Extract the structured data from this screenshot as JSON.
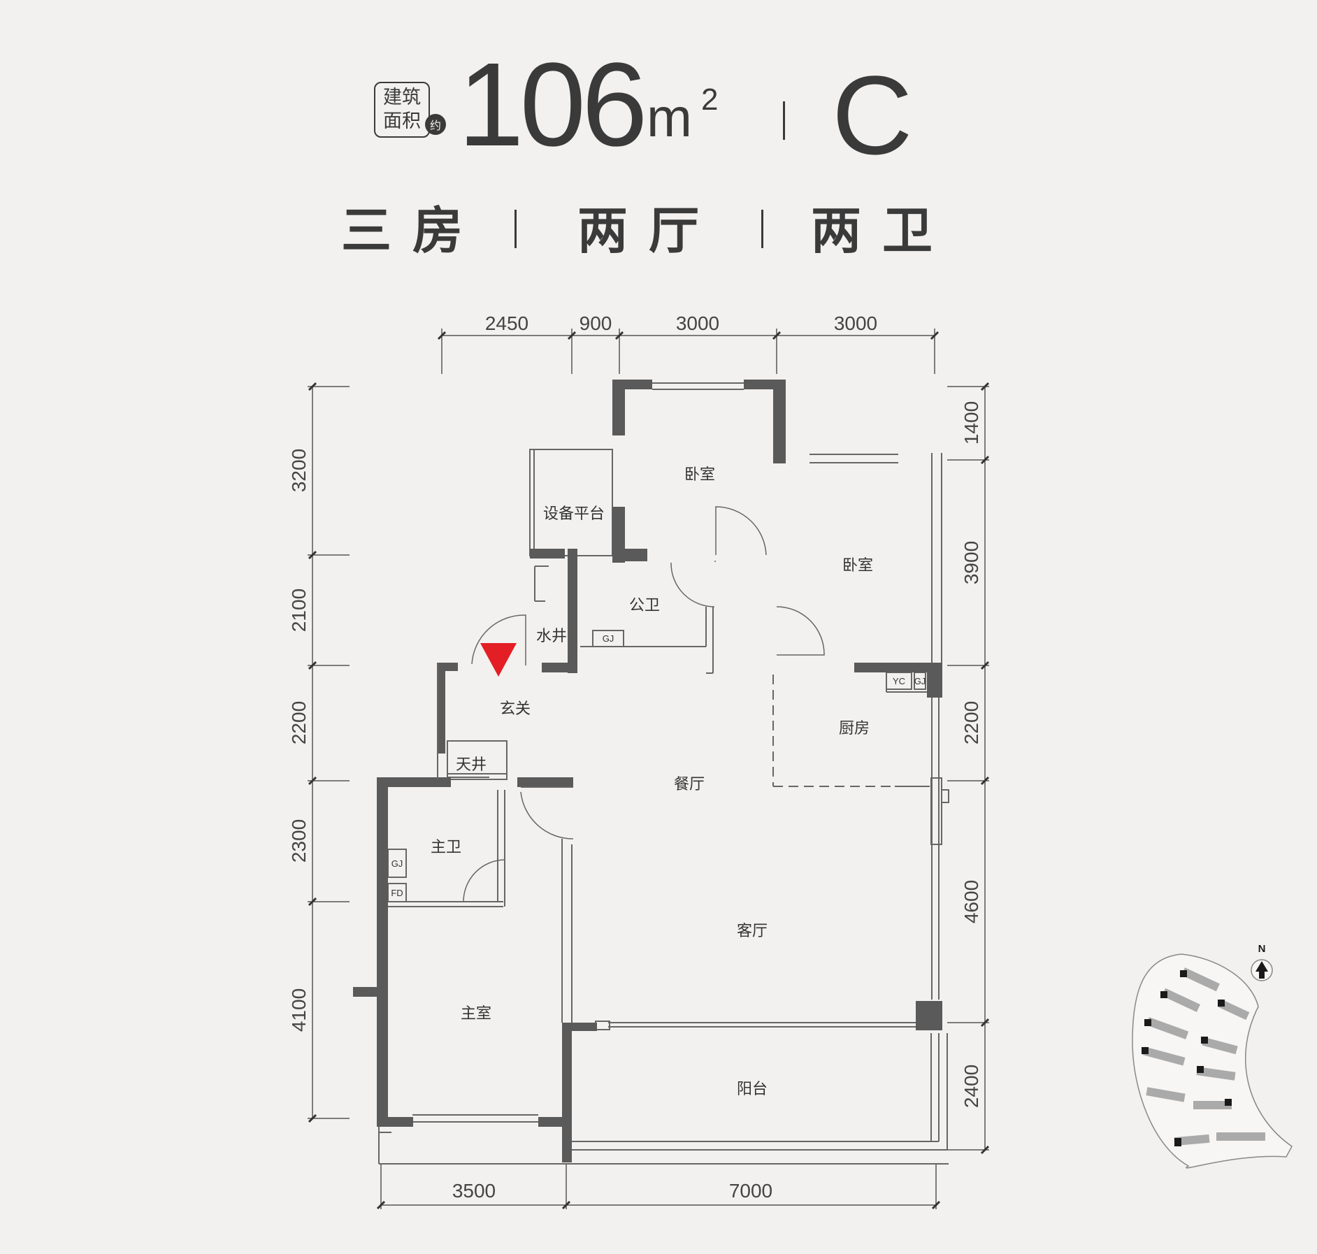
{
  "header": {
    "area_badge_line1": "建筑",
    "area_badge_line2": "面积",
    "area_badge_sub": "约",
    "area_value": "106",
    "area_unit": "m",
    "area_unit_sup": "2",
    "unit_type": "C"
  },
  "features": [
    "三房",
    "两厅",
    "两卫"
  ],
  "rooms": {
    "bedroom_north": "卧室",
    "bedroom_east": "卧室",
    "equipment_platform": "设备平台",
    "public_bath": "公卫",
    "water_well": "水井",
    "entrance": "玄关",
    "kitchen": "厨房",
    "dining": "餐厅",
    "light_well": "天井",
    "master_bath": "主卫",
    "living": "客厅",
    "master_bedroom": "主室",
    "balcony": "阳台"
  },
  "fixtures": {
    "gj_public": "GJ",
    "yc": "YC",
    "gj_kitchen": "GJ",
    "gj_master": "GJ",
    "fd": "FD"
  },
  "dimensions": {
    "top": [
      "2450",
      "900",
      "3000",
      "3000"
    ],
    "left": [
      "3200",
      "2100",
      "2200",
      "2300",
      "4100"
    ],
    "right": [
      "1400",
      "3900",
      "2200",
      "4600",
      "2400"
    ],
    "bottom": [
      "3500",
      "7000"
    ]
  },
  "compass": {
    "north_label": "N"
  },
  "colors": {
    "wall": "#5a5a5a",
    "text": "#3a3a3a",
    "entry_marker": "#e31e24",
    "background": "#f2f1ef"
  }
}
